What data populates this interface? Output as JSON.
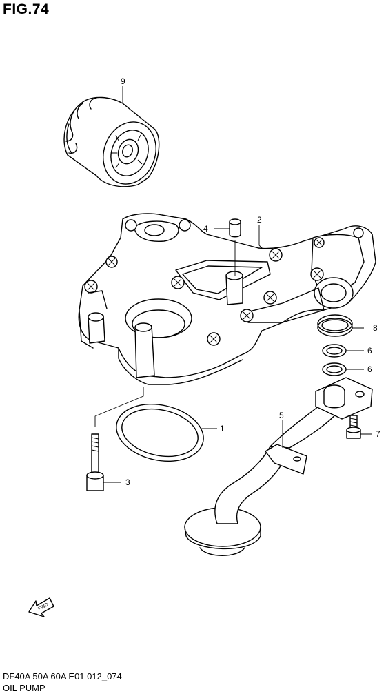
{
  "figure": {
    "title": "FIG.74",
    "model_code": "DF40A 50A 60A E01 012_074",
    "name": "OIL PUMP",
    "fwd_label": "FWD"
  },
  "callouts": [
    {
      "id": "c9",
      "label": "9"
    },
    {
      "id": "c4",
      "label": "4"
    },
    {
      "id": "c2",
      "label": "2"
    },
    {
      "id": "c8",
      "label": "8"
    },
    {
      "id": "c6a",
      "label": "6"
    },
    {
      "id": "c6b",
      "label": "6"
    },
    {
      "id": "c5",
      "label": "5"
    },
    {
      "id": "c7",
      "label": "7"
    },
    {
      "id": "c1",
      "label": "1"
    },
    {
      "id": "c3",
      "label": "3"
    }
  ]
}
